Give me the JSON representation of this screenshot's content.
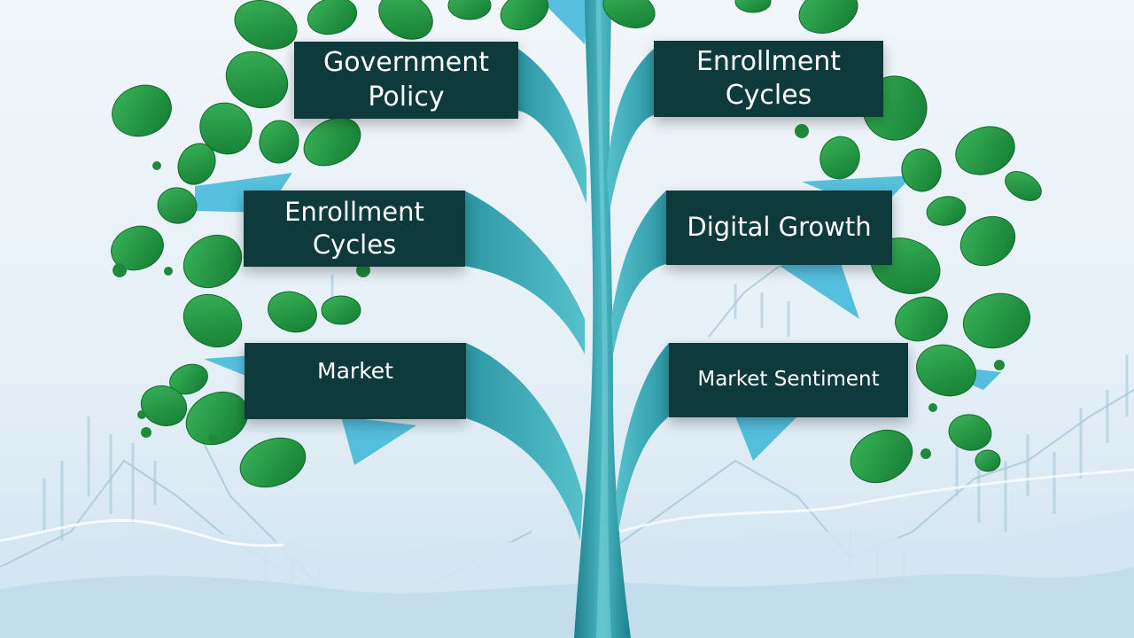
{
  "labels": {
    "government_policy": "Government Policy",
    "enrollment_cycles_right": "Enrollment Cycles",
    "enrollment_cycles_left": "Enrollment Cycles",
    "digital_growth": "Digital Growth",
    "market": "Market",
    "market_sentiment": "Market Sentiment"
  },
  "colors": {
    "background": "#eaf2f8",
    "trunk": "#3aa6b2",
    "trunk_dark": "#1f7f8c",
    "leaf": "#1f8a3c",
    "leaf_light": "#2fa84c",
    "label_bg": "#0f3a3c",
    "label_text": "#ffffff",
    "accent": "#3cb6d8"
  }
}
